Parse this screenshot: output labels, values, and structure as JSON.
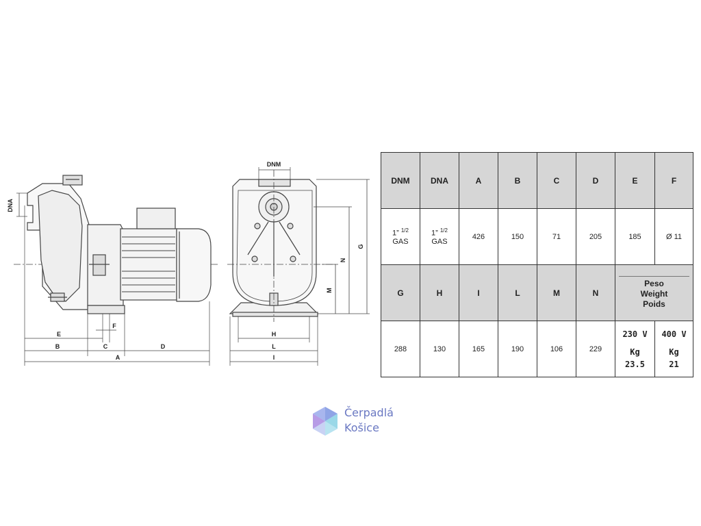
{
  "drawing": {
    "side_view_labels": {
      "dna": "DNA",
      "e": "E",
      "b": "B",
      "c": "C",
      "f": "F",
      "d": "D",
      "a": "A"
    },
    "front_view_labels": {
      "dnm": "DNM",
      "g": "G",
      "n": "N",
      "m": "M",
      "h": "H",
      "l": "L",
      "i": "I"
    }
  },
  "table": {
    "row1_headers": [
      "DNM",
      "DNA",
      "A",
      "B",
      "C",
      "D",
      "E",
      "F"
    ],
    "row1_values": {
      "dnm": {
        "main": "1”",
        "sup": "1/2",
        "unit": "GAS"
      },
      "dna": {
        "main": "1”",
        "sup": "1/2",
        "unit": "GAS"
      },
      "a": "426",
      "b": "150",
      "c": "71",
      "d": "205",
      "e": "185",
      "f": "Ø 11"
    },
    "row2_headers": [
      "G",
      "H",
      "I",
      "L",
      "M",
      "N"
    ],
    "weight_header": [
      "Peso",
      "Weight",
      "Poids"
    ],
    "row2_values": [
      "288",
      "130",
      "165",
      "190",
      "106",
      "229"
    ],
    "weight_230": {
      "voltage": "230 V",
      "unit": "Kg",
      "value": "23.5"
    },
    "weight_400": {
      "voltage": "400 V",
      "unit": "Kg",
      "value": "21"
    }
  },
  "logo": {
    "line1": "Čerpadlá",
    "line2": "Košice",
    "colors": {
      "text": "#6a78c2",
      "mark_a": "#8fa4e6",
      "mark_b": "#9ad8e8",
      "mark_c": "#b79be6"
    }
  }
}
